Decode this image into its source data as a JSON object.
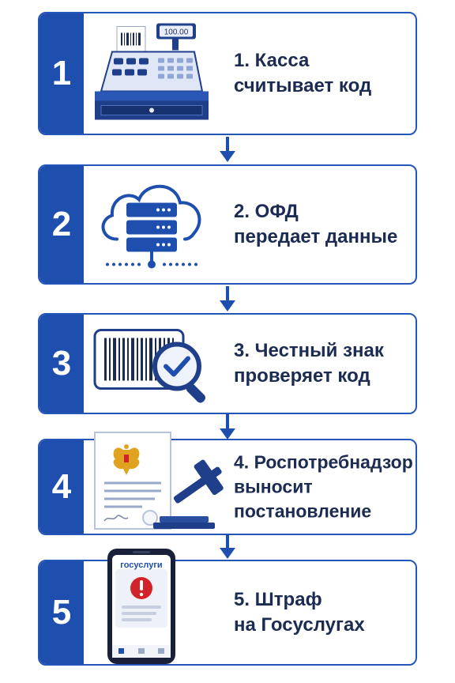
{
  "steps": [
    {
      "number": "1",
      "lines": [
        "1. Касса",
        "считывает код"
      ],
      "icon": "cash-register-icon",
      "display_value": "100.00"
    },
    {
      "number": "2",
      "lines": [
        "2. ОФД",
        "передает данные"
      ],
      "icon": "cloud-server-icon"
    },
    {
      "number": "3",
      "lines": [
        "3. Честный знак",
        "проверяет код"
      ],
      "icon": "barcode-check-icon"
    },
    {
      "number": "4",
      "lines": [
        "4. Роспотребнадзор",
        "выносит",
        "постановление"
      ],
      "icon": "document-gavel-icon"
    },
    {
      "number": "5",
      "lines": [
        "5. Штраф",
        "на Госуслугах"
      ],
      "icon": "phone-alert-icon",
      "app_logo": "госуслуги"
    }
  ],
  "colors": {
    "primary": "#1f4fae",
    "border": "#2356b8",
    "text": "#1b2b52",
    "alert": "#d2232a"
  }
}
